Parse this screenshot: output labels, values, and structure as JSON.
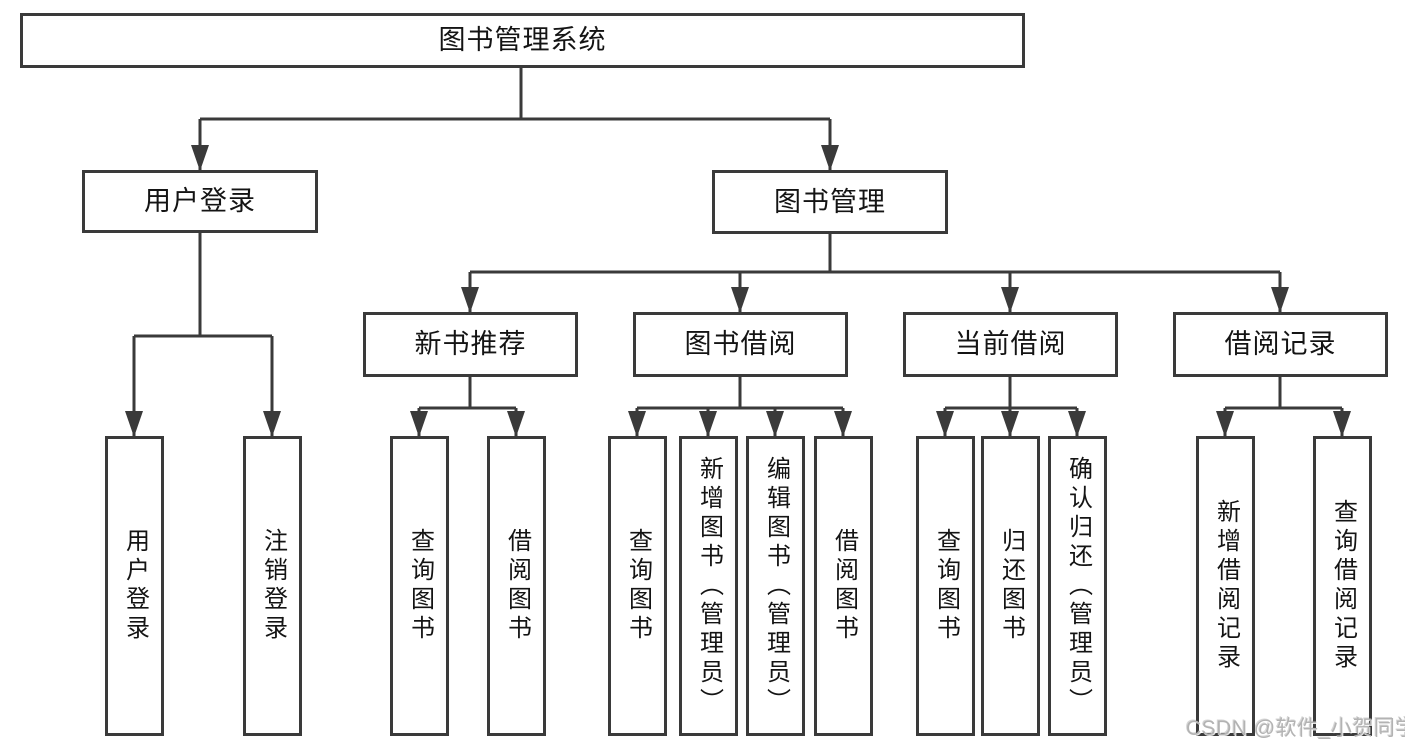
{
  "diagram_title": "图书管理系统",
  "tree": {
    "label": "图书管理系统",
    "children": [
      {
        "label": "用户登录",
        "children": [
          {
            "label": "用户登录"
          },
          {
            "label": "注销登录"
          }
        ]
      },
      {
        "label": "图书管理",
        "children": [
          {
            "label": "新书推荐",
            "children": [
              {
                "label": "查询图书"
              },
              {
                "label": "借阅图书"
              }
            ]
          },
          {
            "label": "图书借阅",
            "children": [
              {
                "label": "查询图书"
              },
              {
                "label": "新增图书（管理员）"
              },
              {
                "label": "编辑图书（管理员）"
              },
              {
                "label": "借阅图书"
              }
            ]
          },
          {
            "label": "当前借阅",
            "children": [
              {
                "label": "查询图书"
              },
              {
                "label": "归还图书"
              },
              {
                "label": "确认归还（管理员）"
              }
            ]
          },
          {
            "label": "借阅记录",
            "children": [
              {
                "label": "新增借阅记录"
              },
              {
                "label": "查询借阅记录"
              }
            ]
          }
        ]
      }
    ]
  },
  "watermark": {
    "text": "CSDN @软件_小贺同学"
  },
  "colors": {
    "line": "#3a3a3a",
    "box_border": "#3a3a3a",
    "box_fill": "#ffffff",
    "text": "#141414",
    "watermark": "#b3b3b3"
  }
}
